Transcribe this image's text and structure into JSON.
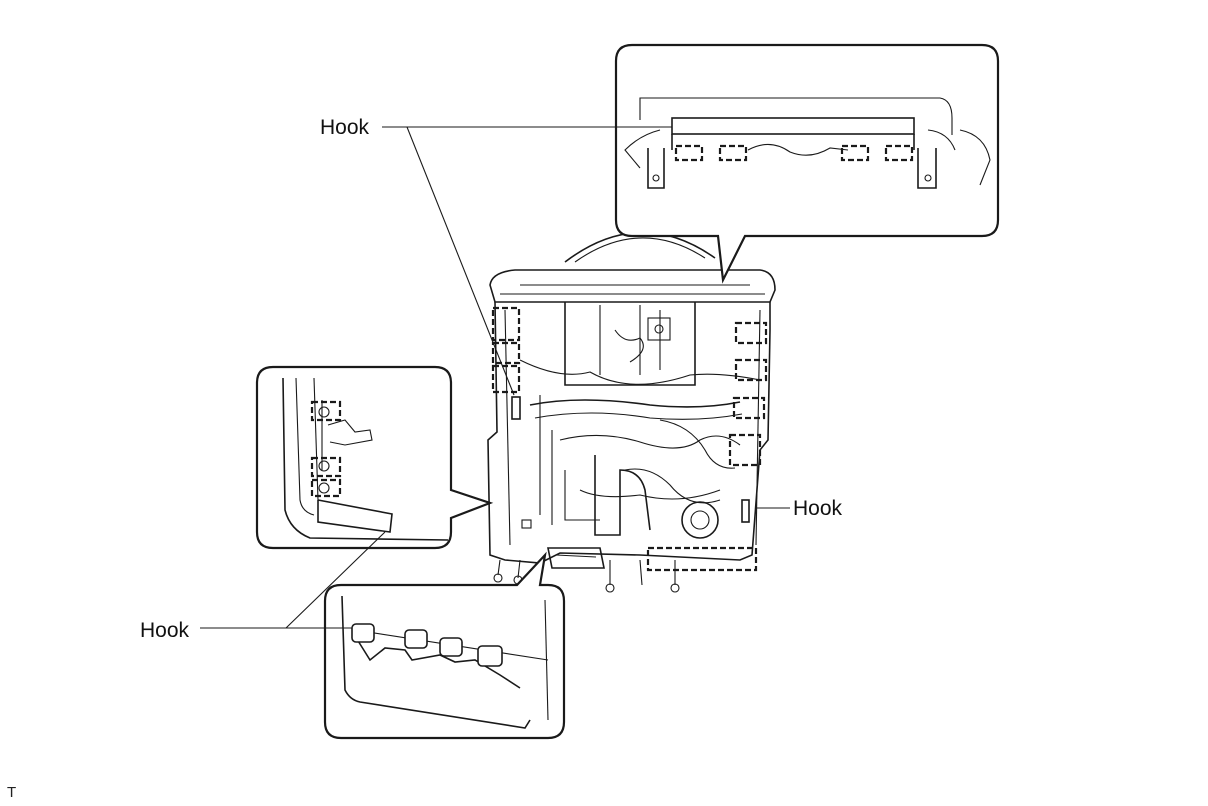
{
  "labels": {
    "hook_top": "Hook",
    "hook_right": "Hook",
    "hook_bottom": "Hook"
  },
  "footer": {
    "corner_mark": "T"
  }
}
